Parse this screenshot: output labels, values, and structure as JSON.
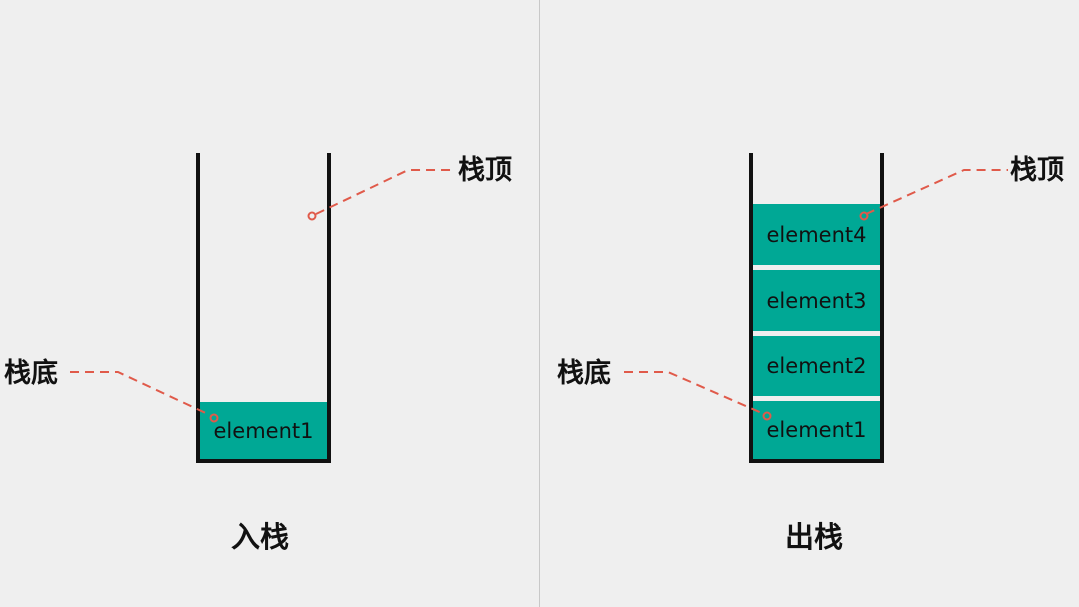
{
  "left_panel": {
    "caption": "入栈",
    "top_label": "栈顶",
    "bottom_label": "栈底",
    "elements": [
      "element1"
    ]
  },
  "right_panel": {
    "caption": "出栈",
    "top_label": "栈顶",
    "bottom_label": "栈底",
    "elements": [
      "element4",
      "element3",
      "element2",
      "element1"
    ]
  },
  "colors": {
    "block": "#00a895",
    "wall": "#111111",
    "pointer": "#e05a4a",
    "background": "#efefef"
  }
}
